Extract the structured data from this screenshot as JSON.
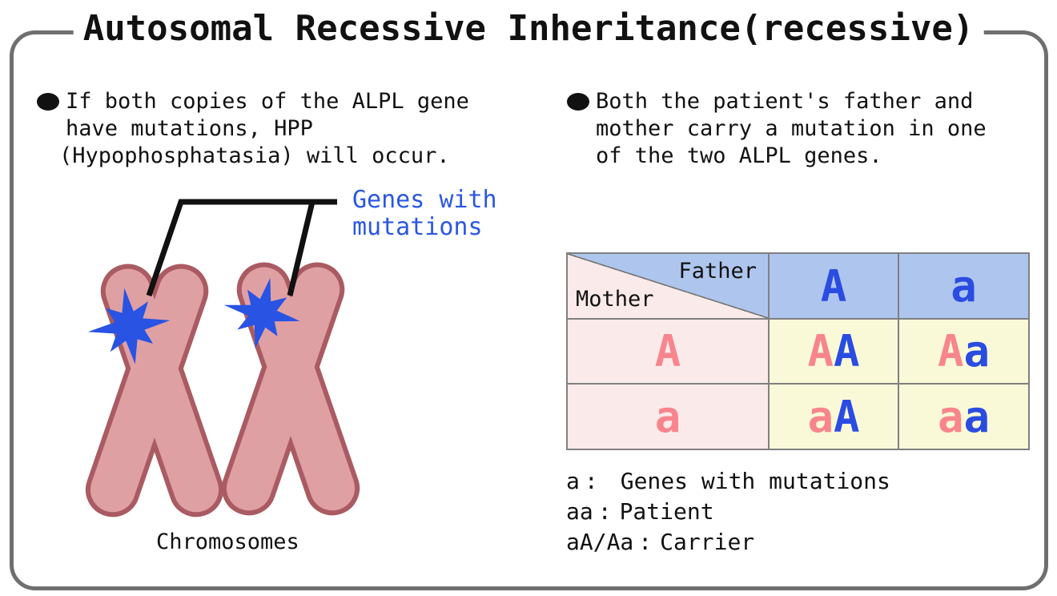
{
  "title": "Autosomal Recessive Inheritance(recessive)",
  "left_panel": {
    "bullet_lines": [
      "If both copies of the ALPL gene",
      "have mutations, HPP",
      "(Hypophosphatasia) will occur."
    ],
    "callout_lines": [
      "Genes with",
      "mutations"
    ],
    "caption": "Chromosomes"
  },
  "right_panel": {
    "bullet_lines": [
      "Both the patient's father and",
      "mother carry a mutation in one",
      "of the two ALPL genes."
    ],
    "punnett": {
      "father_label": "Father",
      "mother_label": "Mother",
      "father_alleles": [
        "A",
        "a"
      ],
      "mother_alleles": [
        "A",
        "a"
      ],
      "cells": [
        [
          {
            "m": "A",
            "f": "A"
          },
          {
            "m": "A",
            "f": "a"
          }
        ],
        [
          {
            "m": "a",
            "f": "A"
          },
          {
            "m": "a",
            "f": "a"
          }
        ]
      ]
    },
    "legend": [
      {
        "key": "a",
        "sep": ":",
        "desc": "Genes with mutations"
      },
      {
        "key": "aa",
        "sep": ":",
        "desc": "Patient"
      },
      {
        "key": "aA/Aa",
        "sep": ":",
        "desc": "Carrier"
      }
    ]
  },
  "colors": {
    "frame_border": "#6f6f6f",
    "text": "#111111",
    "callout_blue": "#2b57e2",
    "star_blue": "#2853e3",
    "chromosome_fill": "#dfa0a4",
    "chromosome_stroke": "#aa5b62",
    "father_header_bg": "#aec6ee",
    "mother_header_bg": "#fbeaea",
    "offspring_cell_bg": "#f9f9d8",
    "allele_pink": "#f8858d",
    "allele_blue": "#2a4ce0",
    "table_border": "#808080"
  }
}
